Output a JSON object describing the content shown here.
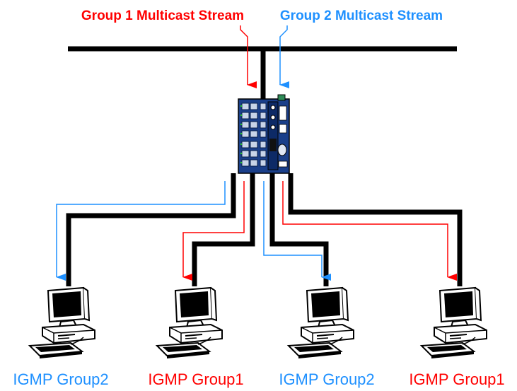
{
  "streams": [
    {
      "label": "Group 1 Multicast Stream",
      "color": "#ff0000"
    },
    {
      "label": "Group 2 Multicast Stream",
      "color": "#1e90ff"
    }
  ],
  "hosts": [
    {
      "label": "IGMP Group2",
      "group": 2,
      "color": "#1e90ff"
    },
    {
      "label": "IGMP Group1",
      "group": 1,
      "color": "#ff0000"
    },
    {
      "label": "IGMP Group2",
      "group": 2,
      "color": "#1e90ff"
    },
    {
      "label": "IGMP Group1",
      "group": 1,
      "color": "#ff0000"
    }
  ],
  "colors": {
    "group1": "#ff0000",
    "group2": "#1e90ff",
    "cable": "#000000",
    "switch_body": "#1a3f8a",
    "switch_port": "#c8d4e8"
  },
  "icons": [
    "ethernet-switch-icon",
    "desktop-computer-icon"
  ]
}
